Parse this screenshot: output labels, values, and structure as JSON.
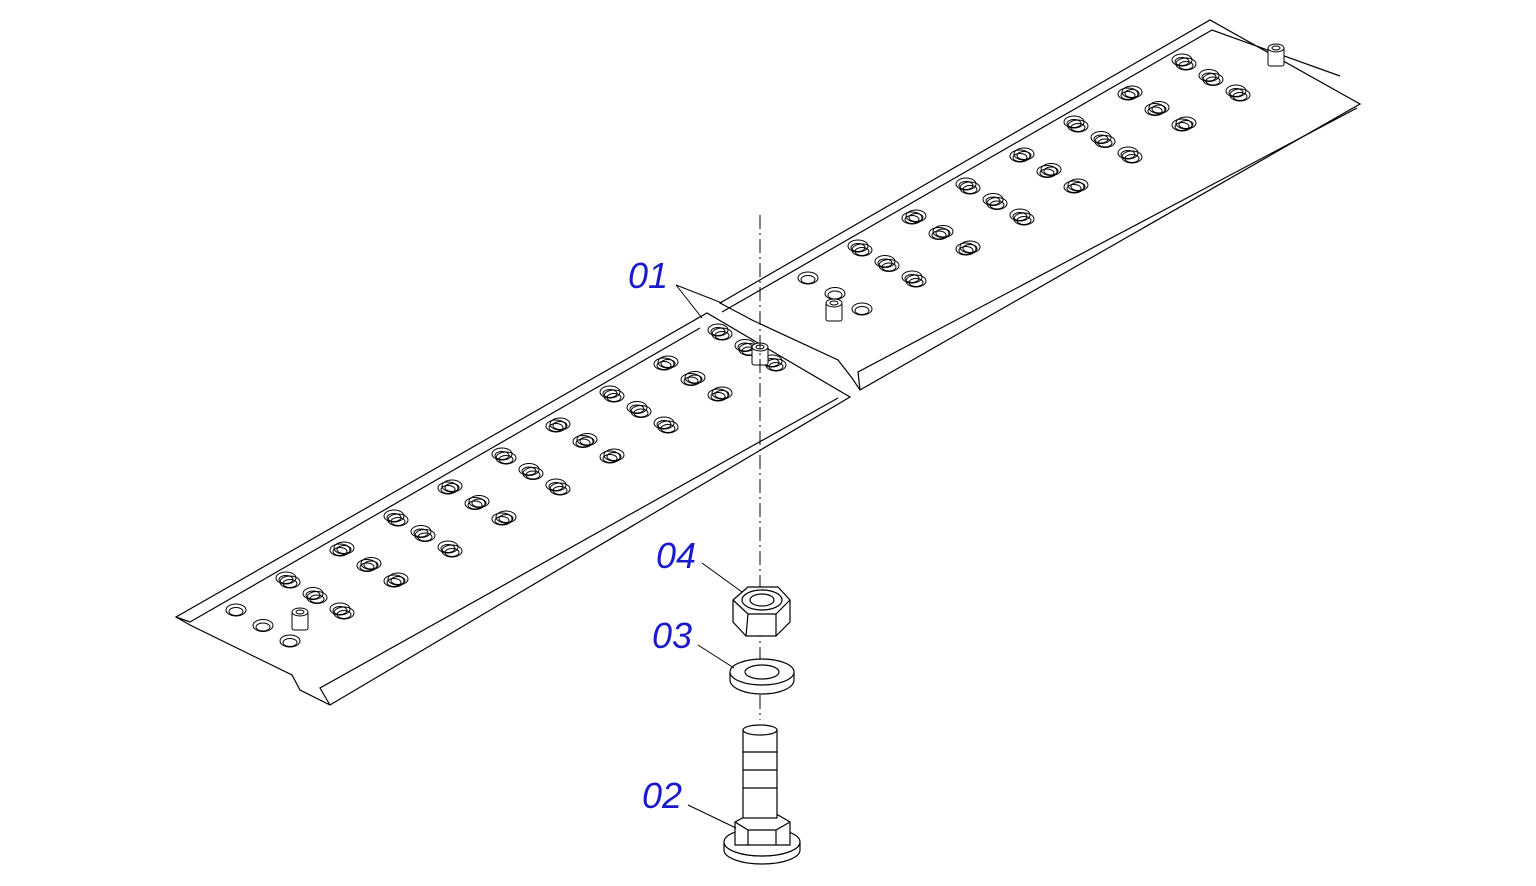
{
  "colors": {
    "callout_text": "#1a1acc",
    "line": "#000000",
    "background": "#ffffff"
  },
  "callouts": {
    "part_01": "01",
    "part_02": "02",
    "part_03": "03",
    "part_04": "04"
  }
}
